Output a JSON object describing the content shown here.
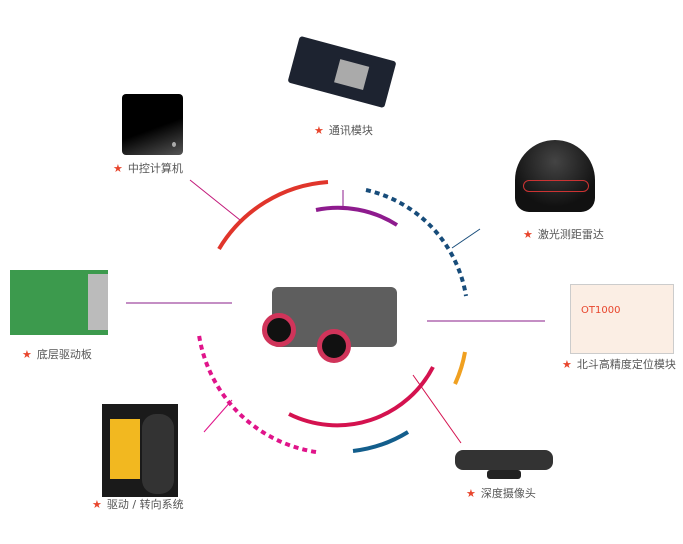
{
  "components": [
    {
      "id": "computer",
      "label": "中控计算机"
    },
    {
      "id": "comm",
      "label": "通讯模块"
    },
    {
      "id": "lidar",
      "label": "激光测距雷达"
    },
    {
      "id": "driver_board",
      "label": "底层驱动板"
    },
    {
      "id": "gnss",
      "label": "北斗高精度定位模块",
      "module_text": "OT1000"
    },
    {
      "id": "depth_camera",
      "label": "深度摄像头"
    },
    {
      "id": "drive_system",
      "label": "驱动 / 转向系统"
    }
  ],
  "icons": {
    "bullet": "star-icon"
  },
  "colors": {
    "red": "#e0352b",
    "purple": "#8e1b8e",
    "navy": "#174c7a",
    "orange": "#f0a020",
    "crimson": "#d4124f",
    "blue": "#135e8c",
    "magenta": "#e0148a",
    "star": "#e8452c"
  }
}
